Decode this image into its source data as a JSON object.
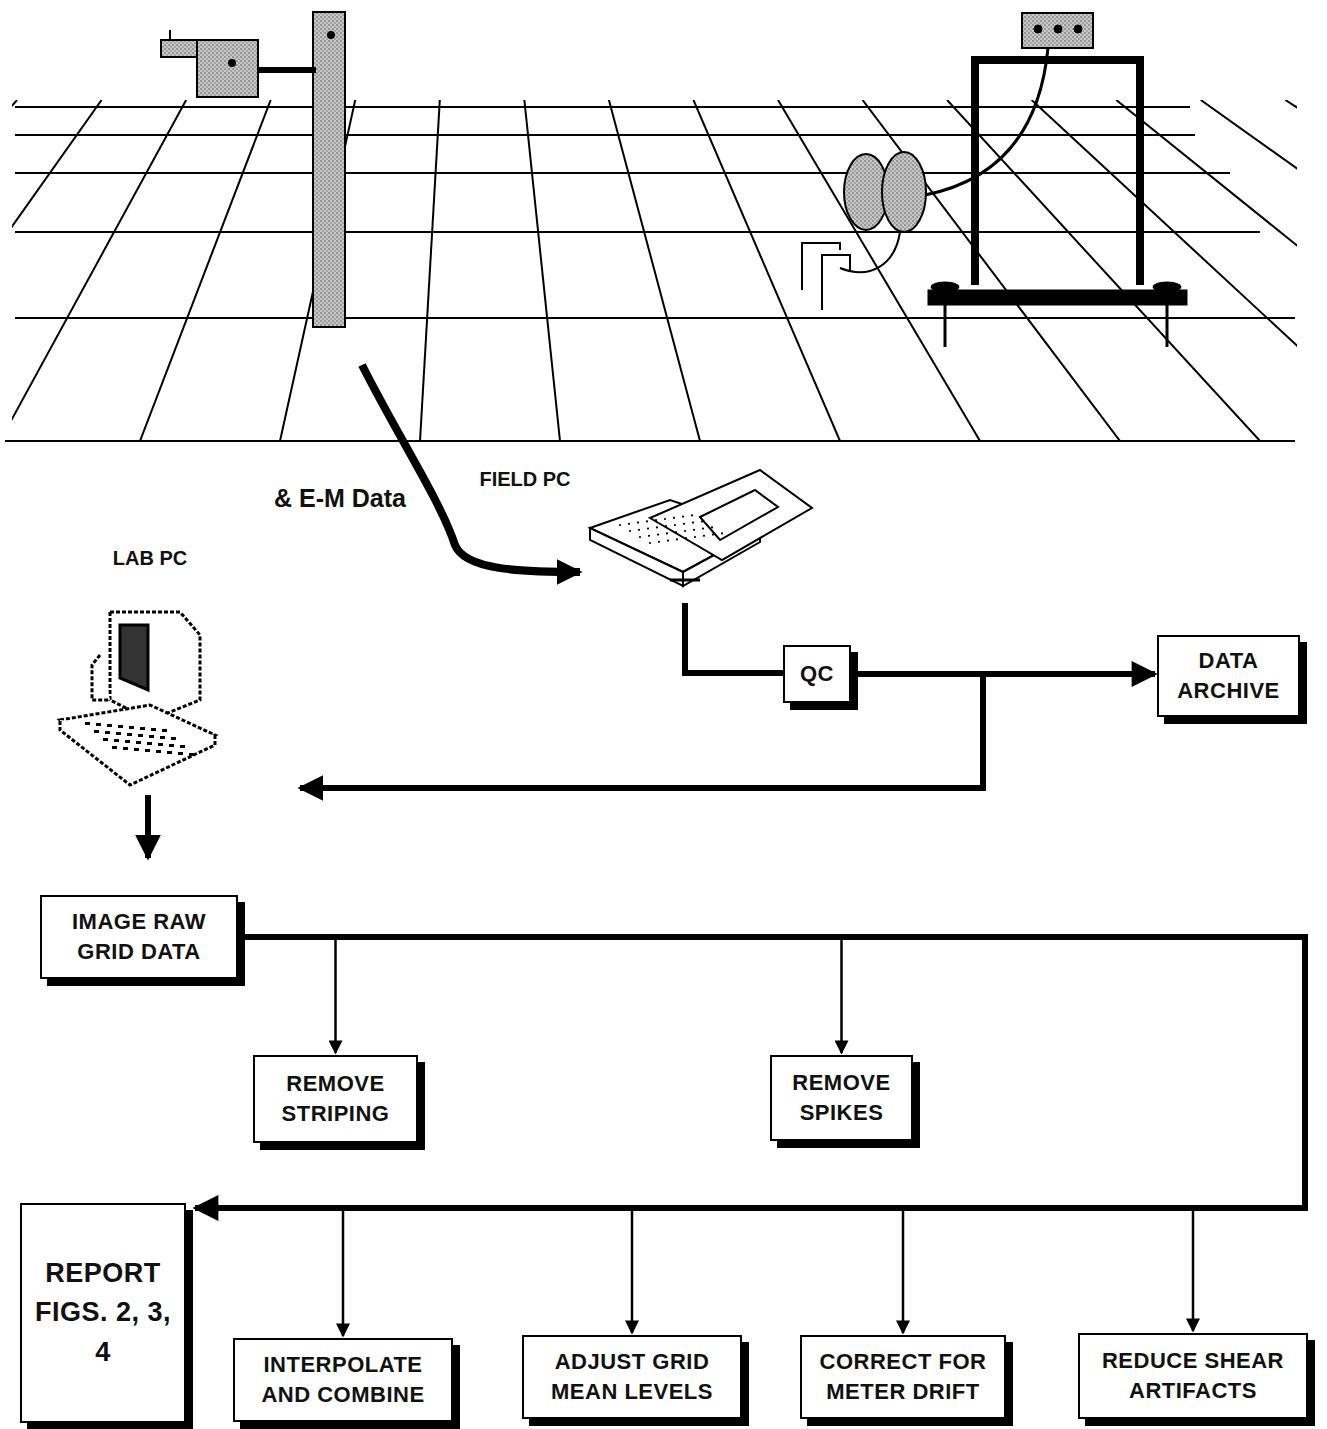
{
  "diagram": {
    "nodes": [
      {
        "text": [
          "QC"
        ]
      },
      {
        "text": [
          "DATA ARCHIVE"
        ]
      },
      {
        "text": [
          "IMAGE RAW GRID DATA"
        ]
      },
      {
        "text": [
          "REMOVE STRIPING"
        ]
      },
      {
        "text": [
          "REMOVE SPIKES"
        ]
      },
      {
        "text": [
          "REPORT FIGS. 2, 3, 4"
        ]
      },
      {
        "text": [
          "INTERPOLATE AND COMBINE"
        ]
      },
      {
        "text": [
          "ADJUST GRID MEAN LEVELS"
        ]
      },
      {
        "text": [
          "CORRECT FOR METER DRIFT"
        ]
      },
      {
        "text": [
          "REDUCE SHEAR ARTIFACTS"
        ]
      }
    ],
    "edges": [
      {
        "from": 0,
        "to": 1,
        "arrow": "to"
      },
      {
        "from": 2,
        "to": 3,
        "arrow": "to"
      },
      {
        "from": 2,
        "to": 4,
        "arrow": "to"
      },
      {
        "from": 2,
        "to": 5,
        "arrow": "to"
      },
      {
        "from": 2,
        "to": 6,
        "arrow": "to"
      },
      {
        "from": 2,
        "to": 7,
        "arrow": "to"
      },
      {
        "from": 2,
        "to": 8,
        "arrow": "to"
      },
      {
        "from": 2,
        "to": 9,
        "arrow": "to"
      }
    ],
    "labels": [
      "& E-M Data",
      "FIELD PC",
      "LAB PC"
    ]
  }
}
